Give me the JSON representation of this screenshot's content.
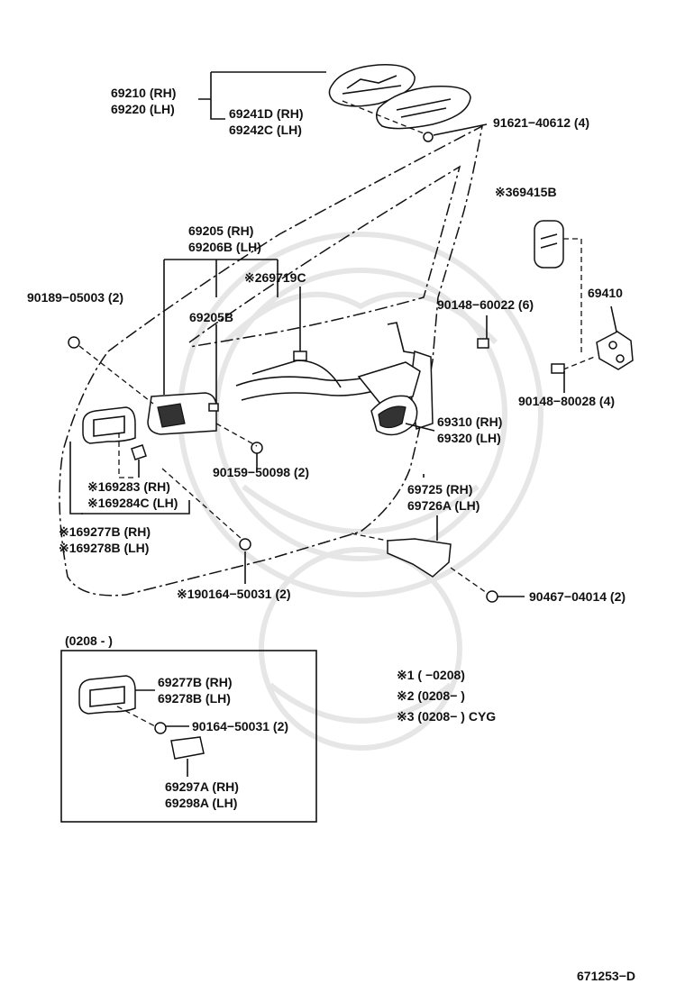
{
  "labels": {
    "l_69210": "69210 (RH)",
    "l_69220": "69220 (LH)",
    "l_69241d": "69241D (RH)",
    "l_69242c": "69242C (LH)",
    "l_91621": "91621−40612 (4)",
    "l_69415b": "※369415B",
    "l_69205": "69205   (RH)",
    "l_69206b": "69206B (LH)",
    "l_69719c": "※269719C",
    "l_90189": "90189−05003 (2)",
    "l_69205b": "69205B",
    "l_90148_60022": "90148−60022 (6)",
    "l_69410": "69410",
    "l_90148_80028": "90148−80028 (4)",
    "l_69310": "69310 (RH)",
    "l_69320": "69320 (LH)",
    "l_90159": "90159−50098 (2)",
    "l_69283": "※169283    (RH)",
    "l_69284c": "※169284C (LH)",
    "l_69725": "69725   (RH)",
    "l_69726a": "69726A (LH)",
    "l_169277b": "※169277B (RH)",
    "l_169278b": "※169278B (LH)",
    "l_190164": "※190164−50031 (2)",
    "l_90467": "90467−04014 (2)",
    "inset_range": "(0208 -      )",
    "l_69277b": "69277B (RH)",
    "l_69278b": "69278B (LH)",
    "l_90164": "90164−50031 (2)",
    "l_69297a": "69297A (RH)",
    "l_69298a": "69298A (LH)",
    "note1": "※1   (          −0208)",
    "note2": "※2   (0208−          )",
    "note3": "※3   (0208−          ) CYG",
    "diagram_code": "671253−D"
  }
}
